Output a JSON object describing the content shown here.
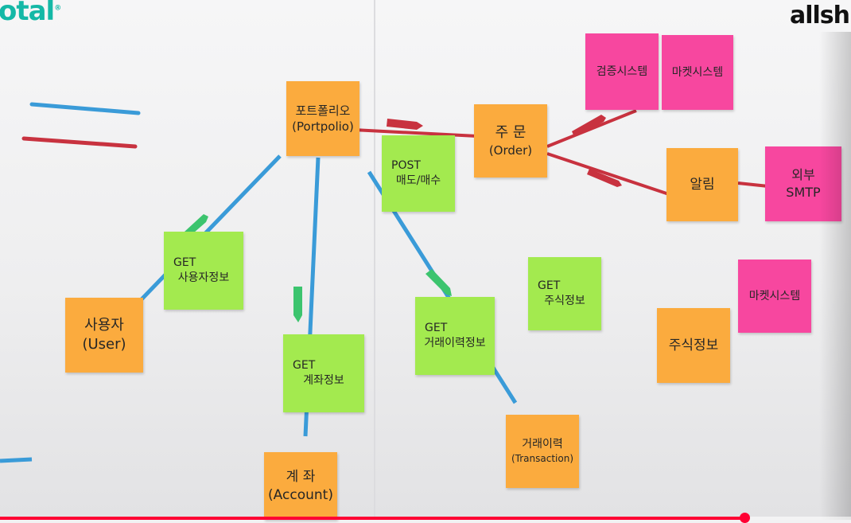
{
  "logos": {
    "left": "otal",
    "right": "allsh"
  },
  "notes": {
    "portfolio": {
      "line1": "포트폴리오",
      "line2": "(Portpolio)"
    },
    "order": {
      "line1": "주 문",
      "line2": "(Order)"
    },
    "user": {
      "line1": "사용자",
      "line2": "(User)"
    },
    "account": {
      "line1": "계 좌",
      "line2": "(Account)"
    },
    "transaction": {
      "line1": "거래이력",
      "line2": "(Transaction)"
    },
    "post_trade": {
      "line1": "POST",
      "line2": "매도/매수"
    },
    "get_user_info": {
      "line1": "GET",
      "line2": "사용자정보"
    },
    "get_account_info": {
      "line1": "GET",
      "line2": "계좌정보"
    },
    "get_transaction_info": {
      "line1": "GET",
      "line2": "거래이력정보"
    },
    "get_stock_info": {
      "line1": "GET",
      "line2": "주식정보"
    },
    "stock_info": {
      "line1": "주식정보"
    },
    "alert": {
      "line1": "알림"
    },
    "verification_system": {
      "line1": "검증시스템"
    },
    "market_system_top": {
      "line1": "마켓시스템"
    },
    "market_system_right": {
      "line1": "마켓시스템"
    },
    "external_smtp": {
      "line1": "외부",
      "line2": "SMTP"
    }
  },
  "colors": {
    "orange_note": "#fbab3e",
    "green_note": "#a3ea4f",
    "pink_note": "#f7479f",
    "blue_line": "#3a9bd8",
    "red_line": "#c8323f",
    "progress": "#ff0033"
  },
  "video_progress": 0.875
}
